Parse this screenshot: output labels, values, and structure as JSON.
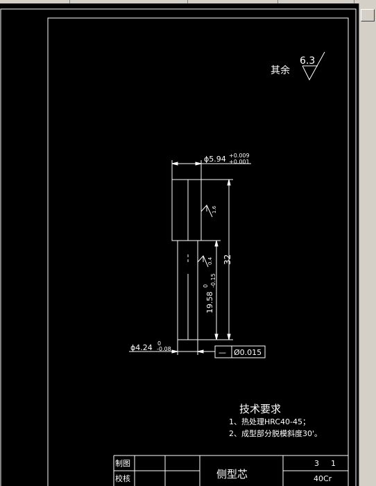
{
  "drawing": {
    "roughness_label": "其余",
    "roughness_value": "6.3",
    "dim_top": "ϕ5.94",
    "dim_top_upper": "+0.009",
    "dim_top_lower": "+0.001",
    "rough_upper": "1.6",
    "rough_lower": "0.4",
    "dim_length": "32",
    "dim_mid": "19.58",
    "dim_mid_upper": "0",
    "dim_mid_lower": "-0.15",
    "dim_bottom": "ϕ4.24",
    "dim_bottom_upper": "0",
    "dim_bottom_lower": "-0.08",
    "tol_symbol": "—",
    "tol_value": "Ø0.015"
  },
  "tech": {
    "title": "技术要求",
    "item1": "1、热处理HRC40-45；",
    "item2": "2、成型部分脱模斜度30'。"
  },
  "titleblock": {
    "row1_label": "制图",
    "row2_label": "校核",
    "part_name": "侧型芯",
    "scale": "3",
    "qty": "1",
    "material": "40Cr"
  }
}
